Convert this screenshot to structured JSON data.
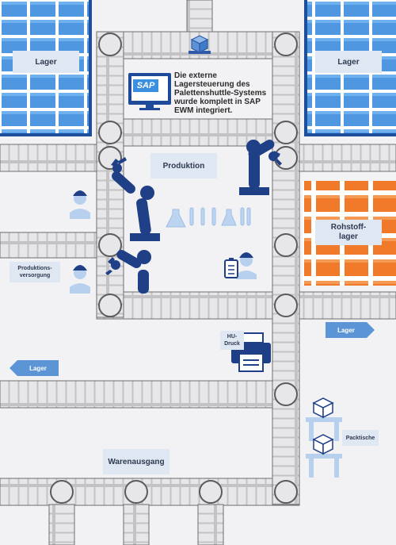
{
  "labels": {
    "lager_left": "Lager",
    "lager_right": "Lager",
    "produktion": "Produktion",
    "rohstofflager": "Rohstoff-\nlager",
    "produktionsversorgung": "Produktions-\nversorgung",
    "hu_druck": "HU-\nDruck",
    "warenausgang": "Warenausgang",
    "packtische": "Packtische"
  },
  "arrows": {
    "lager_right_arrow": "Lager",
    "lager_left_arrow": "Lager"
  },
  "sap": {
    "logo": "SAP",
    "text": "Die externe Lagersteuerung des Palettenshuttle-Systems wurde komplett in SAP EWM integriert."
  },
  "colors": {
    "rack_blue": "#4f97e0",
    "rack_orange": "#f07a2a",
    "conveyor": "#b9b9bb",
    "robot": "#1f3f86",
    "label_bg": "#dfe7f3",
    "arrow_bg": "#5b95d6"
  }
}
